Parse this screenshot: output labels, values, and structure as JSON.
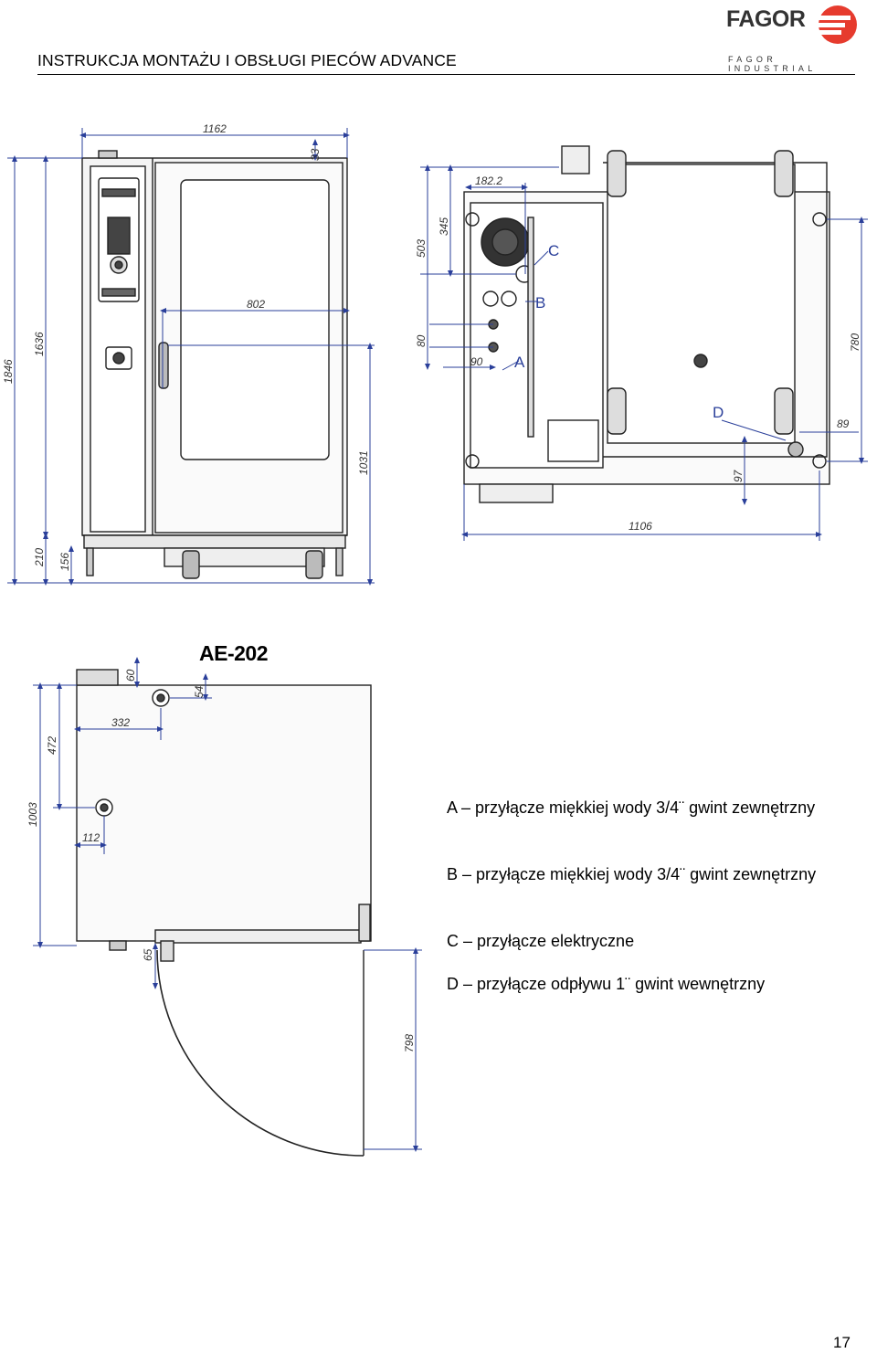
{
  "header": {
    "title": "INSTRUKCJA MONTAŻU I OBSŁUGI PIECÓW ADVANCE",
    "logo_text": "FAGOR",
    "logo_sub": "FAGOR INDUSTRIAL"
  },
  "front_view": {
    "dims": {
      "width_total": "1162",
      "chimney": "33",
      "door_window": "802",
      "height_total": "1846",
      "height_body": "1636",
      "height_door": "1031",
      "legs_total": "210",
      "legs": "156"
    }
  },
  "top_view": {
    "dims": {
      "conn_c_x": "182.2",
      "depth_345": "345",
      "depth_503": "503",
      "b_80": "80",
      "a_90": "90",
      "depth_780": "780",
      "d_89": "89",
      "d_97": "97",
      "width_1106": "1106"
    },
    "labels": {
      "a": "A",
      "b": "B",
      "c": "C",
      "d": "D"
    }
  },
  "side_view": {
    "model": "AE-202",
    "dims": {
      "top_60": "60",
      "top_54": "54",
      "conn_332": "332",
      "height_472": "472",
      "depth_1003": "1003",
      "offset_112": "112",
      "bottom_65": "65",
      "door_798": "798"
    }
  },
  "legend": {
    "a": "A – przyłącze miękkiej wody 3/4¨ gwint zewnętrzny",
    "b": "B – przyłącze miękkiej wody 3/4¨ gwint zewnętrzny",
    "c": "C – przyłącze elektryczne",
    "d": "D – przyłącze odpływu 1¨ gwint wewnętrzny"
  },
  "page_number": "17",
  "colors": {
    "dim_line": "#2a3f9a",
    "logo_red": "#e63b2e"
  }
}
